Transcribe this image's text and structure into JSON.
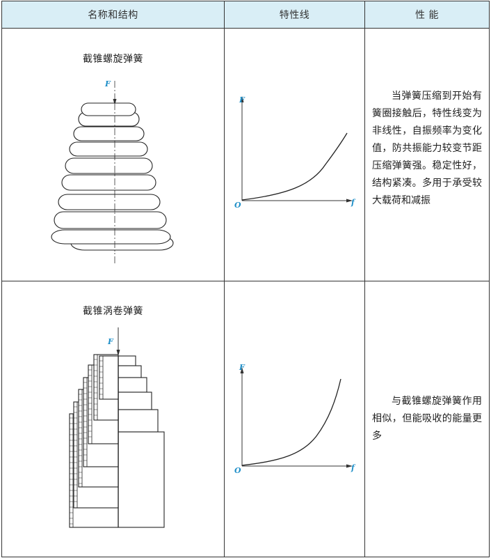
{
  "header": {
    "col1": "名称和结构",
    "col2": "特性线",
    "col3": "性 能"
  },
  "rows": [
    {
      "name": "截锥螺旋弹簧",
      "force_label": "F",
      "curve": {
        "y_axis": "F",
        "x_axis": "f",
        "origin": "O"
      },
      "description": "当弹簧压缩到开始有簧圈接触后，特性线变为非线性，自振频率为变化值，防共振能力较变节距压缩弹簧强。稳定性好，结构紧凑。多用于承受较大载荷和减振"
    },
    {
      "name": "截锥涡卷弹簧",
      "force_label": "F",
      "curve": {
        "y_axis": "F",
        "x_axis": "f",
        "origin": "O"
      },
      "description": "与截锥螺旋弹簧作用相似，但能吸收的能量更多"
    }
  ],
  "colors": {
    "header_bg": "#d9eef6",
    "label_blue": "#1f8fc8",
    "border": "#333333"
  }
}
